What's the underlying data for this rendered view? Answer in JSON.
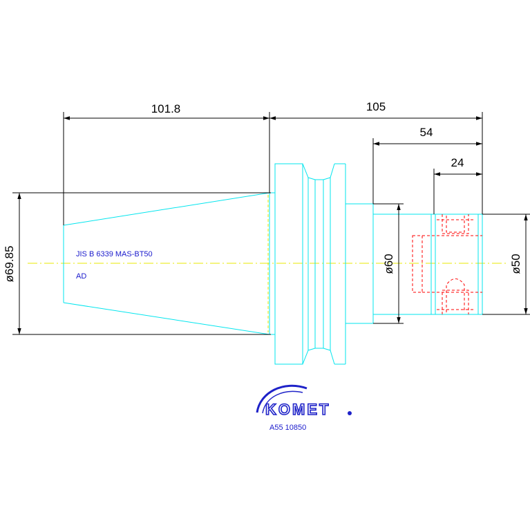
{
  "drawing": {
    "dimensions": {
      "taper_length": "101.8",
      "body_length": "105",
      "offset_54": "54",
      "offset_24": "24",
      "flange_diameter": "ø69.85",
      "body_diameter": "ø60",
      "bore_diameter": "ø50"
    },
    "notes": {
      "standard": "JIS B 6339 MAS-BT50",
      "coolant": "AD"
    },
    "brand": {
      "name": "KOMET",
      "part_number": "A55 10850"
    },
    "colors": {
      "outline": "#00e5ee",
      "hidden": "#ff0000",
      "centerline": "#e8e800",
      "dimension": "#000000",
      "note": "#1a1acc",
      "logo": "#1e22c8"
    }
  }
}
